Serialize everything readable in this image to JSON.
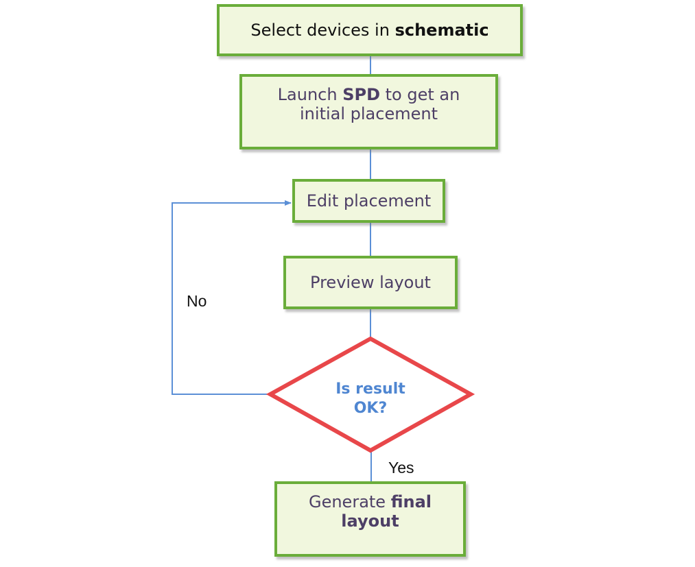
{
  "diagram": {
    "steps": {
      "select": {
        "prefix": "Select devices in ",
        "bold": "schematic"
      },
      "launch": {
        "line1_prefix": "Launch ",
        "line1_bold": "SPD",
        "line1_suffix": " to get an",
        "line2": "initial placement"
      },
      "edit": {
        "label": "Edit placement"
      },
      "preview": {
        "label": "Preview layout"
      },
      "generate": {
        "line1_prefix": "Generate ",
        "line1_bold": "final",
        "line2_bold": "layout"
      }
    },
    "decision": {
      "line1": "Is result",
      "line2": "OK?"
    },
    "branches": {
      "no": "No",
      "yes": "Yes"
    }
  },
  "colors": {
    "box_border": "#6aad3a",
    "box_fill": "#f1f7de",
    "box_text": "#4d3f66",
    "connector": "#5b8fd6",
    "decision_border": "#e8474a",
    "decision_text": "#4f86d1"
  }
}
